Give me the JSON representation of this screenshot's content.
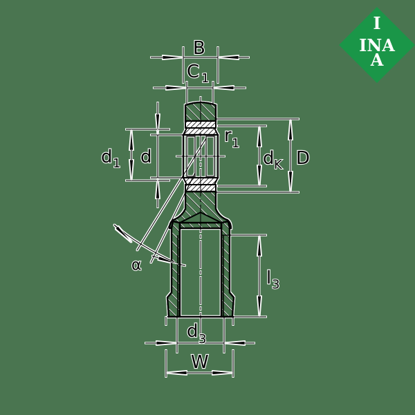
{
  "diagram": {
    "subject": "rod end with female thread (technical cross-section drawing)",
    "background_color": "#4a7550",
    "line_color": "#000000",
    "halo_color": "#ffffff"
  },
  "logo": {
    "letters_top": "I",
    "letters_middle": "INA",
    "letters_bottom": "A",
    "color": "#1a9648"
  },
  "dimensions": {
    "B": {
      "main": "B",
      "sub": ""
    },
    "C1": {
      "main": "C",
      "sub": "1"
    },
    "d1": {
      "main": "d",
      "sub": "1"
    },
    "d": {
      "main": "d",
      "sub": ""
    },
    "r1": {
      "main": "r",
      "sub": "1"
    },
    "dK": {
      "main": "d",
      "sub": "K"
    },
    "D": {
      "main": "D",
      "sub": ""
    },
    "alpha": {
      "main": "α",
      "sub": ""
    },
    "l3": {
      "main": "l",
      "sub": "3"
    },
    "d3": {
      "main": "d",
      "sub": "3"
    },
    "W": {
      "main": "W",
      "sub": ""
    }
  }
}
